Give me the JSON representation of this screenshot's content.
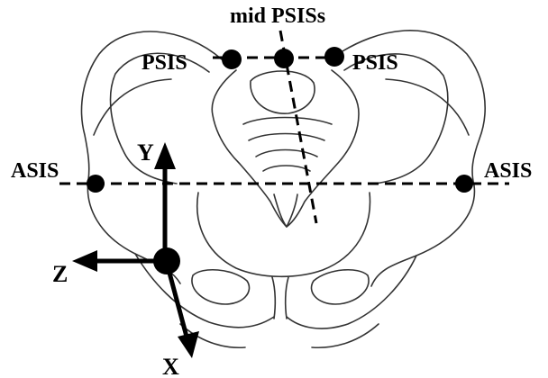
{
  "figure": {
    "landmarks": {
      "mid_psis": "mid PSISs",
      "psis_left": "PSIS",
      "psis_right": "PSIS",
      "asis_left": "ASIS",
      "asis_right": "ASIS"
    },
    "axes": {
      "y": "Y",
      "z": "Z",
      "x": "X"
    },
    "colors": {
      "ink": "#000000",
      "background": "#ffffff",
      "bone_line": "#333333"
    }
  }
}
